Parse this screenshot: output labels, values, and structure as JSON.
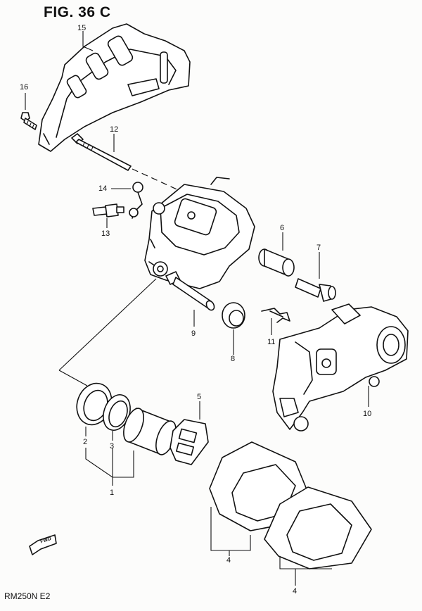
{
  "figure": {
    "title": "FIG. 36 C",
    "model_code": "RM250N  E2",
    "fwd_label": "FWD"
  },
  "callouts": [
    {
      "id": "c15",
      "label": "15"
    },
    {
      "id": "c16",
      "label": "16"
    },
    {
      "id": "c12",
      "label": "12"
    },
    {
      "id": "c14",
      "label": "14"
    },
    {
      "id": "c13",
      "label": "13"
    },
    {
      "id": "c6",
      "label": "6"
    },
    {
      "id": "c7",
      "label": "7"
    },
    {
      "id": "c9",
      "label": "9"
    },
    {
      "id": "c8",
      "label": "8"
    },
    {
      "id": "c11",
      "label": "11"
    },
    {
      "id": "c10",
      "label": "10"
    },
    {
      "id": "c5",
      "label": "5"
    },
    {
      "id": "c2",
      "label": "2"
    },
    {
      "id": "c3",
      "label": "3"
    },
    {
      "id": "c1",
      "label": "1"
    },
    {
      "id": "c4a",
      "label": "4"
    },
    {
      "id": "c4b",
      "label": "4"
    }
  ],
  "colors": {
    "ink": "#111111",
    "paper": "#fcfcfb"
  }
}
